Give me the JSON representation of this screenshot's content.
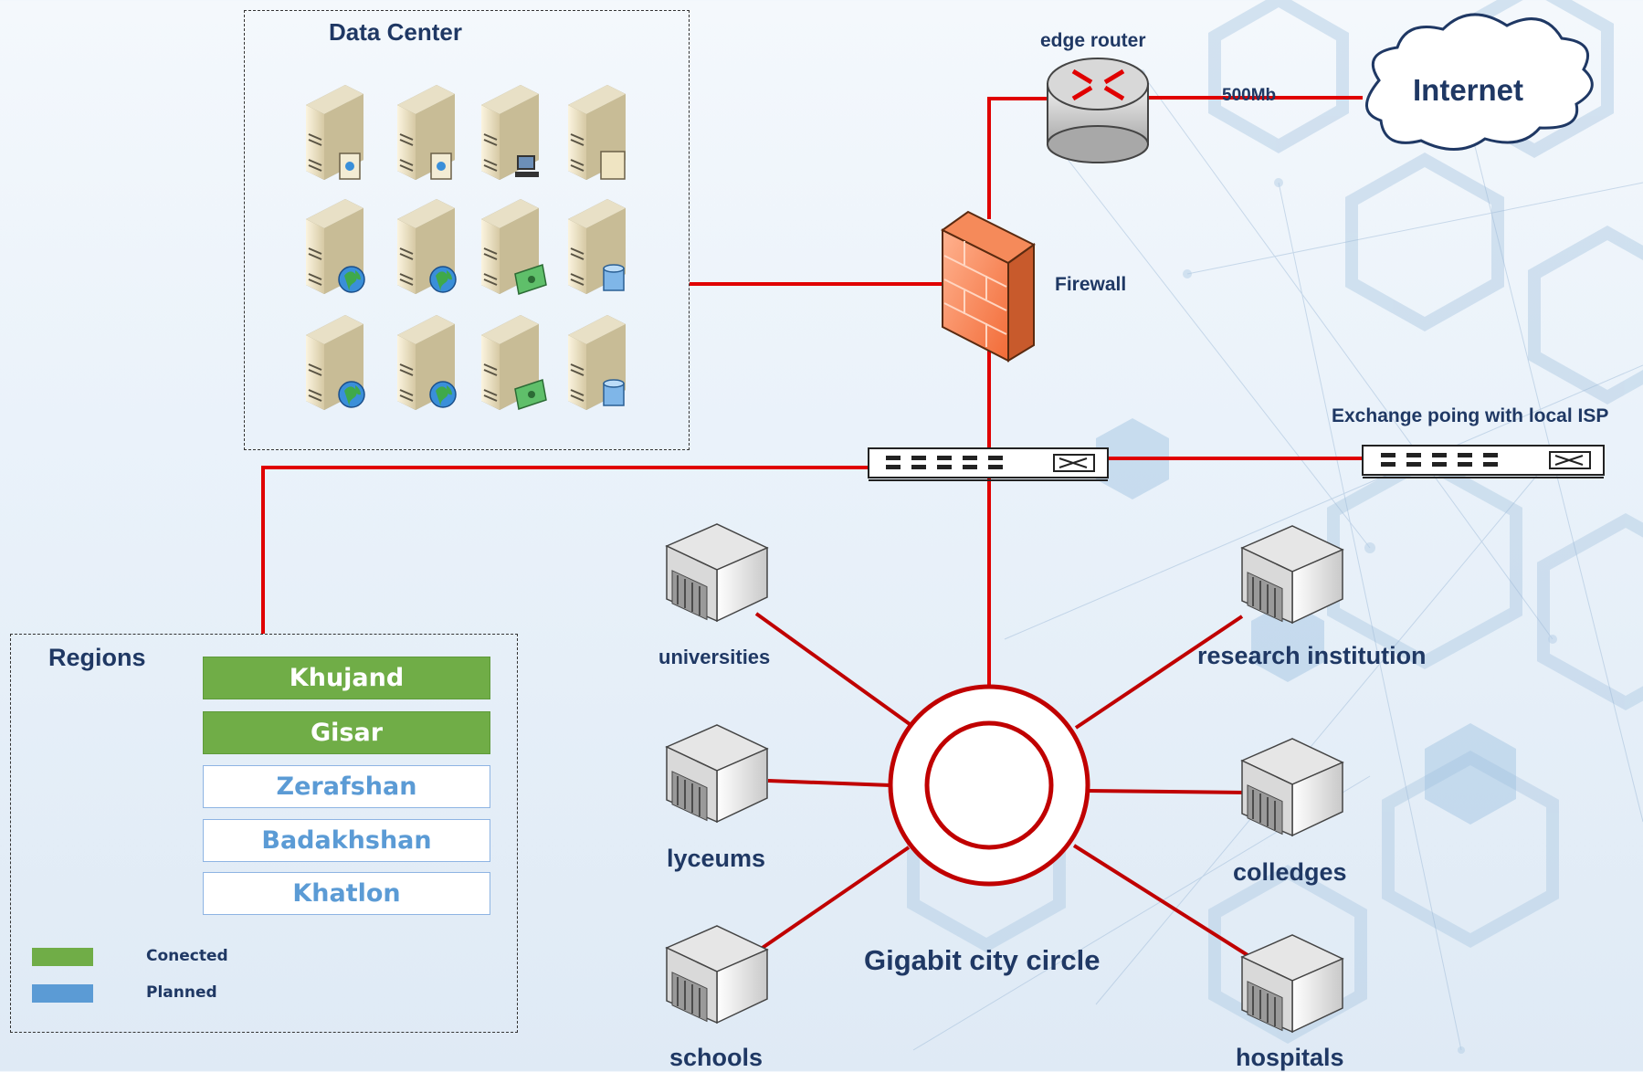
{
  "data_center": {
    "title": "Data Center"
  },
  "edge_router": {
    "label": "edge router"
  },
  "link": {
    "bandwidth": "500Mb"
  },
  "internet": {
    "label": "Internet"
  },
  "firewall": {
    "label": "Firewall"
  },
  "exchange": {
    "label": "Exchange poing with local ISP"
  },
  "regions": {
    "title": "Regions",
    "items": [
      {
        "name": "Khujand",
        "status": "connected"
      },
      {
        "name": "Gisar",
        "status": "connected"
      },
      {
        "name": "Zerafshan",
        "status": "planned"
      },
      {
        "name": "Badakhshan",
        "status": "planned"
      },
      {
        "name": "Khatlon",
        "status": "planned"
      }
    ]
  },
  "legend": {
    "connected": {
      "label": "Conected",
      "color": "#70ad47"
    },
    "planned": {
      "label": "Planned",
      "color": "#5b9bd5"
    }
  },
  "city_circle": {
    "label": "Gigabit city circle"
  },
  "nodes": {
    "universities": "universities",
    "research": "research institution",
    "lyceums": "lyceums",
    "colleges": "colledges",
    "schools": "schools",
    "hospitals": "hospitals"
  },
  "colors": {
    "link": "#e00000",
    "ring": "#c00000",
    "label": "#1f3864"
  }
}
